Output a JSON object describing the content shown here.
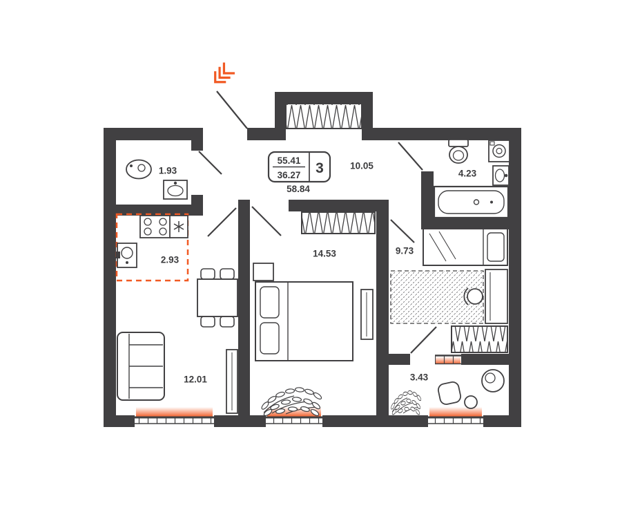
{
  "plan": {
    "summary": {
      "total_area": "55.41",
      "living_area": "36.27",
      "rooms_count": "3",
      "overall_area": "58.84"
    },
    "rooms": {
      "wc": "1.93",
      "kitchen": "2.93",
      "hallway": "10.05",
      "bathroom": "4.23",
      "bedroom": "14.53",
      "bedroom2": "9.73",
      "living": "12.01",
      "balcony": "3.43"
    },
    "colors": {
      "wall": "#414042",
      "accent": "#F15A24"
    },
    "icons": {
      "entrance": "chevrons-icon",
      "fridge": "snowflake-icon"
    }
  }
}
